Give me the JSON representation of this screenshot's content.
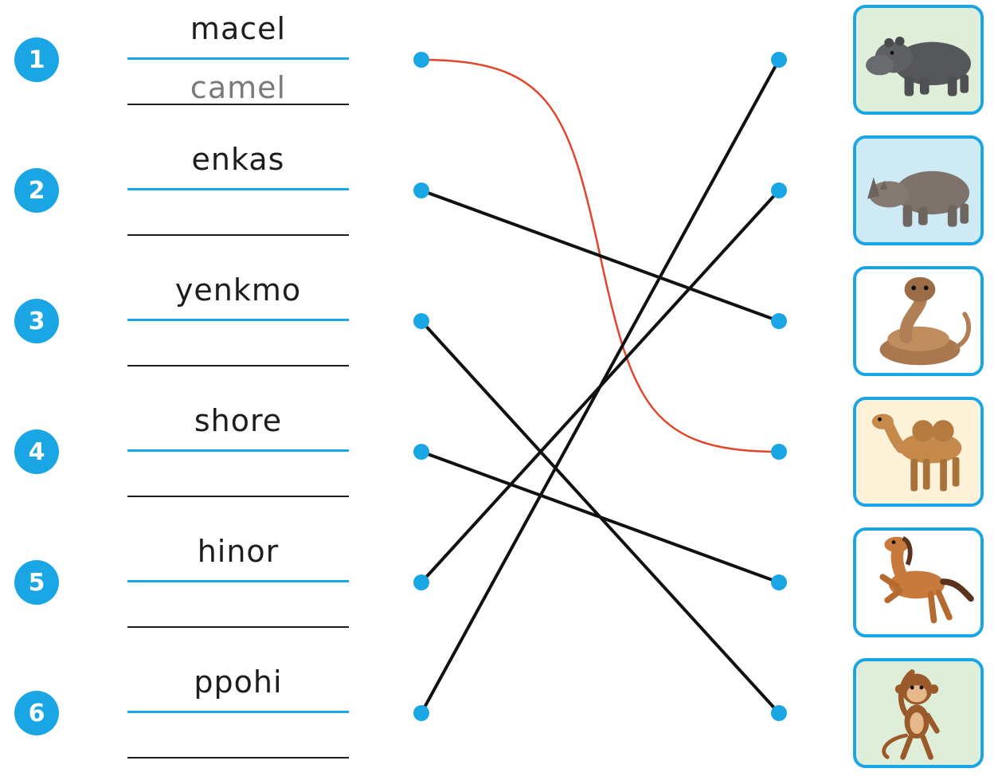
{
  "items": [
    {
      "number": "1",
      "scrambled": "macel",
      "answer": "camel"
    },
    {
      "number": "2",
      "scrambled": "enkas",
      "answer": ""
    },
    {
      "number": "3",
      "scrambled": "yenkmo",
      "answer": ""
    },
    {
      "number": "4",
      "scrambled": "shore",
      "answer": ""
    },
    {
      "number": "5",
      "scrambled": "hinor",
      "answer": ""
    },
    {
      "number": "6",
      "scrambled": "ppohi",
      "answer": ""
    }
  ],
  "pictures": [
    {
      "animal": "hippo-icon",
      "bg": "#dfeed8"
    },
    {
      "animal": "rhino-icon",
      "bg": "#cdeaf5"
    },
    {
      "animal": "snake-icon",
      "bg": "#ffffff"
    },
    {
      "animal": "camel-icon",
      "bg": "#fdf1d8"
    },
    {
      "animal": "horse-icon",
      "bg": "#ffffff"
    },
    {
      "animal": "monkey-icon",
      "bg": "#dfeed8"
    }
  ],
  "connections": [
    {
      "from": 1,
      "to": 4,
      "style": "curve",
      "color": "#e2452b"
    },
    {
      "from": 2,
      "to": 3,
      "style": "straight",
      "color": "#111111"
    },
    {
      "from": 3,
      "to": 6,
      "style": "straight",
      "color": "#111111"
    },
    {
      "from": 4,
      "to": 5,
      "style": "straight",
      "color": "#111111"
    },
    {
      "from": 5,
      "to": 2,
      "style": "straight",
      "color": "#111111"
    },
    {
      "from": 6,
      "to": 1,
      "style": "straight",
      "color": "#111111"
    }
  ],
  "colors": {
    "accent": "#1aa6e4",
    "ink": "#1d1d1d",
    "answer": "#7a7a7a"
  }
}
